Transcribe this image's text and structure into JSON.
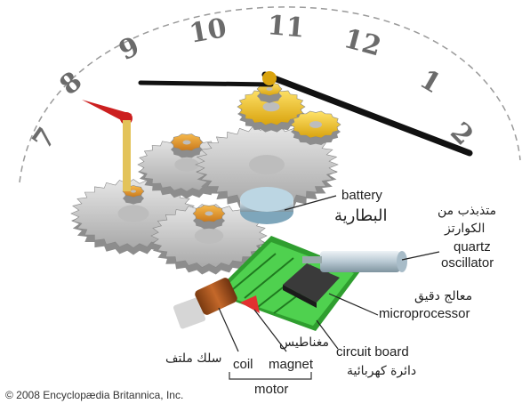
{
  "dial": {
    "numbers": [
      "7",
      "8",
      "9",
      "10",
      "11",
      "12",
      "1",
      "2"
    ]
  },
  "labels": {
    "battery_en": "battery",
    "battery_ar": "البطارية",
    "quartz_ar_line1": "متذبذب من",
    "quartz_ar_line2": "الكوارتز",
    "quartz_en_line1": "quartz",
    "quartz_en_line2": "oscillator",
    "micro_ar": "معالج دقيق",
    "micro_en": "microprocessor",
    "magnet_ar": "مغناطيس",
    "coil_ar": "سلك ملتف",
    "circuit_en": "circuit board",
    "circuit_ar": "دائرة كهربائية",
    "coil_en": "coil",
    "magnet_en": "magnet",
    "motor_en": "motor"
  },
  "copyright": "© 2008 Encyclopædia Britannica, Inc.",
  "colors": {
    "gear_gray": "#c9c9c9",
    "gear_gold": "#f0c419",
    "pinion_orange": "#e8a030",
    "hand_black": "#111111",
    "second_hand_red": "#cc1f1f",
    "board_green": "#3fbf3f",
    "battery_blue": "#9fc4d6",
    "coil_copper": "#a0521a"
  }
}
